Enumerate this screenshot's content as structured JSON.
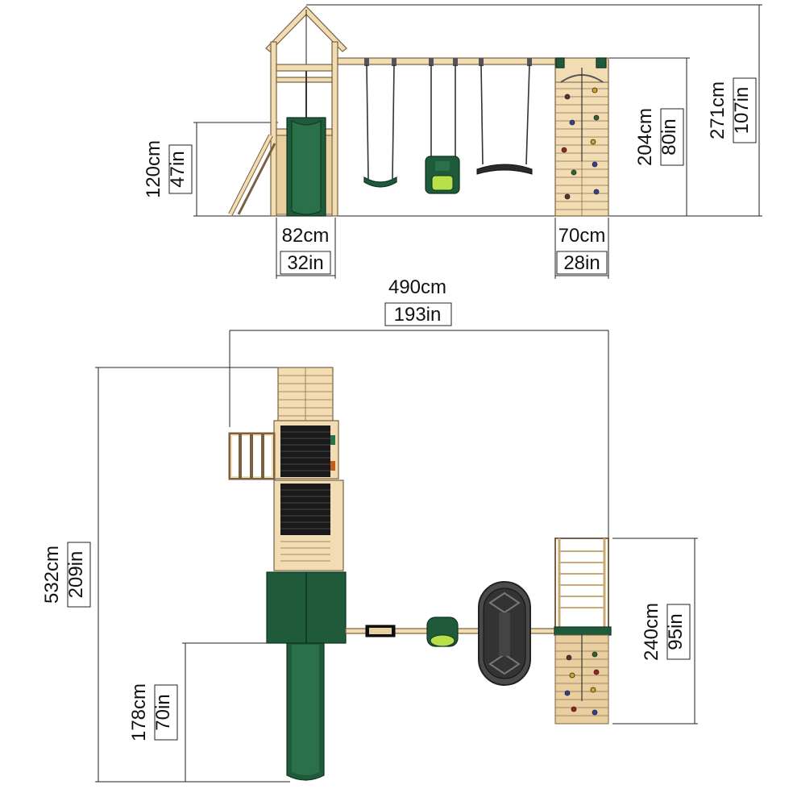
{
  "dimensions": {
    "overall_height": {
      "cm": "271cm",
      "in": "107in"
    },
    "climbing_wall_height": {
      "cm": "204cm",
      "in": "80in"
    },
    "deck_height": {
      "cm": "120cm",
      "in": "47in"
    },
    "tower_width": {
      "cm": "82cm",
      "in": "32in"
    },
    "wall_width": {
      "cm": "70cm",
      "in": "28in"
    },
    "overall_width": {
      "cm": "490cm",
      "in": "193in"
    },
    "overall_length": {
      "cm": "532cm",
      "in": "209in"
    },
    "slide_length": {
      "cm": "178cm",
      "in": "70in"
    },
    "wall_depth": {
      "cm": "240cm",
      "in": "95in"
    }
  },
  "colors": {
    "wood": "#f2dcb4",
    "green": "#1f5b3a",
    "dark": "#2b2b2b",
    "lime": "#b8e04a"
  }
}
